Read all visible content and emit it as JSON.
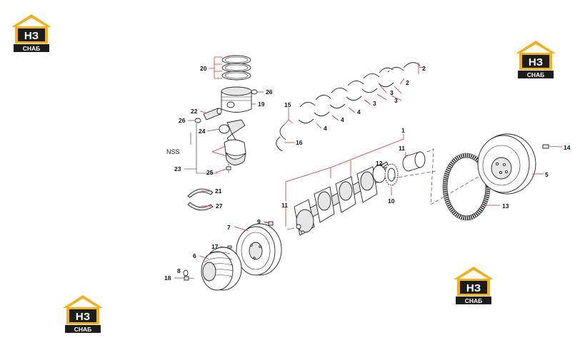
{
  "brand": {
    "logo_text_top": "НЗ",
    "logo_text_bottom": "СНАБ",
    "logo_color_yellow": "#f2b01e",
    "logo_color_dark": "#1c1c1c"
  },
  "diagram": {
    "nss_label": "NSS",
    "leader_color": "#d03030",
    "callouts": {
      "c1": "1",
      "c2a": "2",
      "c2b": "2",
      "c3a": "3",
      "c3b": "3",
      "c3c": "3",
      "c4a": "4",
      "c4b": "4",
      "c4c": "4",
      "c4d": "4",
      "c5": "5",
      "c6": "6",
      "c7": "7",
      "c8": "8",
      "c9": "9",
      "c10": "10",
      "c11a": "11",
      "c11b": "11",
      "c12": "12",
      "c13": "13",
      "c14": "14",
      "c15": "15",
      "c16": "16",
      "c17": "17",
      "c18": "18",
      "c19": "19",
      "c20": "20",
      "c21": "21",
      "c22": "22",
      "c23": "23",
      "c24": "24",
      "c25": "25",
      "c26a": "26",
      "c26b": "26",
      "c27": "27"
    }
  }
}
